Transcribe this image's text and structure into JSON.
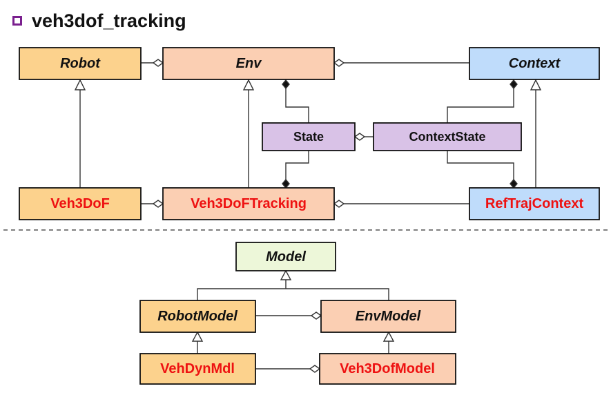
{
  "title": "veh3dof_tracking",
  "colors": {
    "orange": "#fcd28d",
    "salmon": "#fbcfb3",
    "blue": "#bfdcfb",
    "purple": "#d9c2e7",
    "green": "#edf7d9",
    "text_black": "#111111",
    "text_red": "#ee1111",
    "bullet_purple": "#7a1f8e"
  },
  "boxes": {
    "robot": "Robot",
    "env": "Env",
    "context": "Context",
    "state": "State",
    "context_state": "ContextState",
    "veh3dof": "Veh3DoF",
    "veh3dof_tracking": "Veh3DoFTracking",
    "ref_traj_context": "RefTrajContext",
    "model": "Model",
    "robot_model": "RobotModel",
    "env_model": "EnvModel",
    "veh_dyn_mdl": "VehDynMdl",
    "veh3dof_model": "Veh3DofModel"
  }
}
